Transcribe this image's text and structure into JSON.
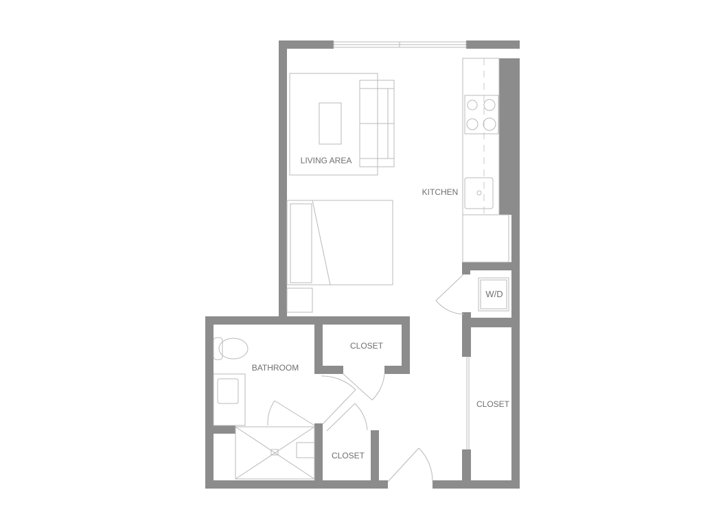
{
  "plan": {
    "rooms": {
      "living": "LIVING AREA",
      "kitchen": "KITCHEN",
      "laundry": "W/D",
      "bathroom": "BATHROOM",
      "closet_bath": "CLOSET",
      "closet_right": "CLOSET",
      "closet_entry": "CLOSET"
    },
    "colors": {
      "wall": "#8c8c8c",
      "line": "#b8b8b8",
      "text": "#6e6e6e"
    }
  }
}
